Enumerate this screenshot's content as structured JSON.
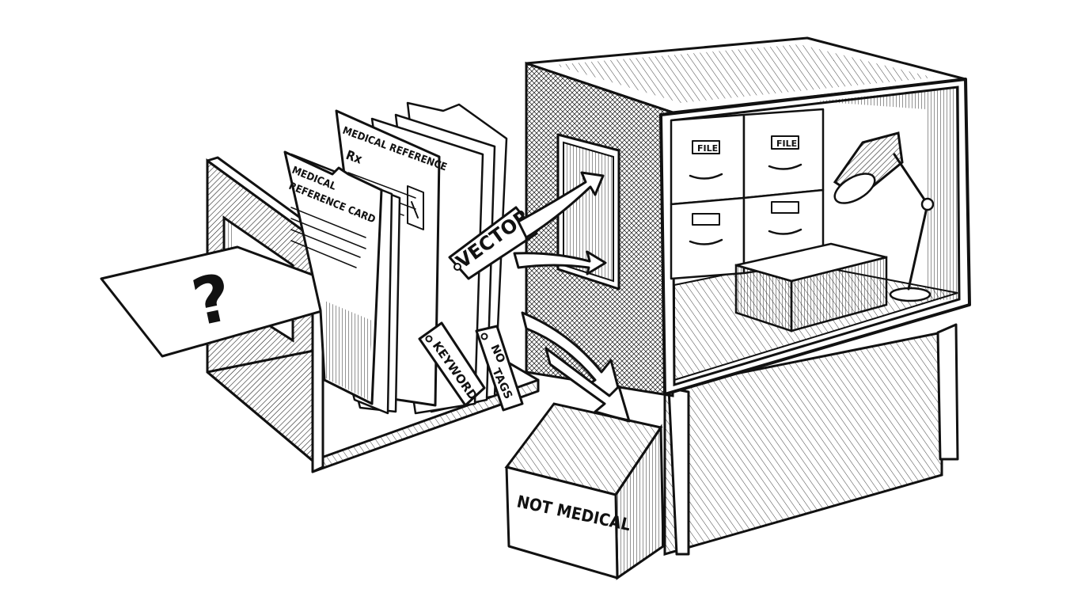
{
  "colors": {
    "ink": "#111111",
    "paper": "#ffffff"
  },
  "query_card": {
    "symbol": "?"
  },
  "reference_cards": {
    "front_title_line1": "MEDICAL",
    "front_title_line2": "REFERENCE CARD",
    "back_title": "MEDICAL REFERENCE",
    "rx_symbol": "Rx"
  },
  "tags": {
    "vector": "VECTOR",
    "keyword": "KEYWORD",
    "no": "NO",
    "tags": "TAGS"
  },
  "cabinet": {
    "drawer_top_left": "FILE",
    "drawer_top_right": "FILE"
  },
  "bin": {
    "label": "NOT MEDICAL"
  }
}
